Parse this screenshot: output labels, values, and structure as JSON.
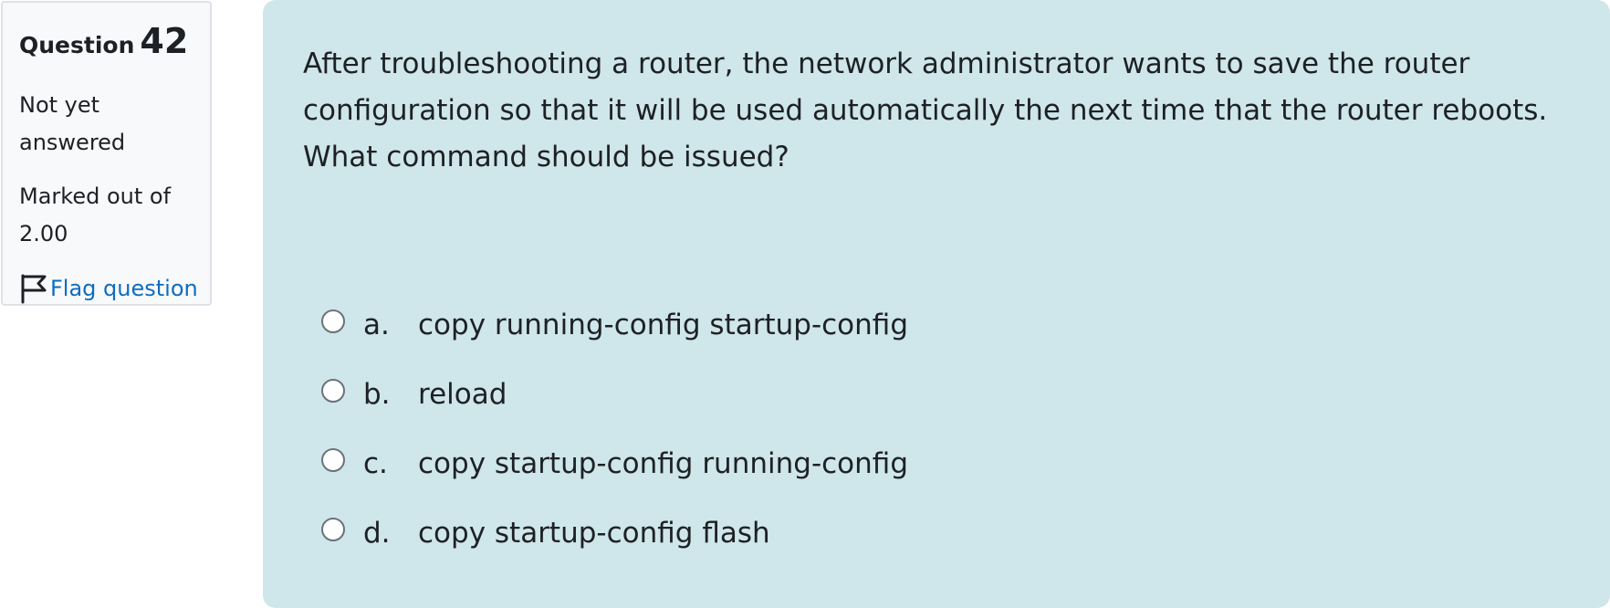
{
  "info": {
    "question_label": "Question",
    "question_number": "42",
    "state": "Not yet answered",
    "grade": "Marked out of 2.00",
    "flag_label": "Flag question"
  },
  "question": {
    "text": "After troubleshooting a router, the network administrator wants to save the router configuration so that it will be used automatically the next time that the router reboots. What command should be issued?",
    "answers": [
      {
        "letter": "a.",
        "text": "copy running-config startup-config"
      },
      {
        "letter": "b.",
        "text": "reload"
      },
      {
        "letter": "c.",
        "text": "copy startup-config running-config"
      },
      {
        "letter": "d.",
        "text": "copy startup-config flash"
      }
    ]
  },
  "colors": {
    "panel_background": "#cfe6ea",
    "info_background": "#f8f9fa",
    "link": "#0f6cbf"
  },
  "icons": {
    "flag": "flag-outline-icon"
  }
}
